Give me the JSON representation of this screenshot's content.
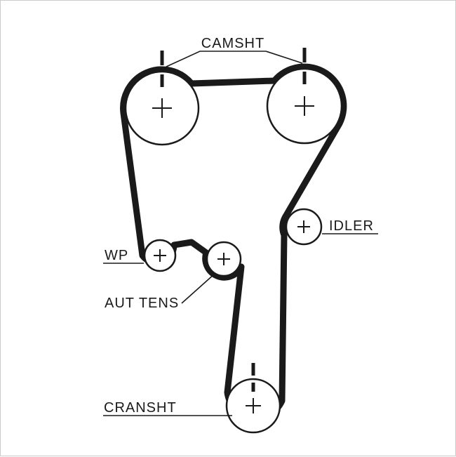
{
  "diagram": {
    "type": "timing-belt-routing-diagram",
    "labels": {
      "camshaft": "CAMSHT",
      "idler": "IDLER",
      "water_pump": "WP",
      "tensioner": "AUT TENS",
      "crankshaft": "CRANSHT"
    },
    "pulleys": {
      "camshaft_left": "camshaft pulley left",
      "camshaft_right": "camshaft pulley right",
      "idler": "idler pulley",
      "water_pump": "water pump pulley",
      "tensioner": "automatic tensioner pulley",
      "crankshaft": "crankshaft pulley"
    },
    "colors": {
      "line": "#1a1a1a",
      "background": "#ffffff",
      "border": "#cccccc"
    }
  }
}
